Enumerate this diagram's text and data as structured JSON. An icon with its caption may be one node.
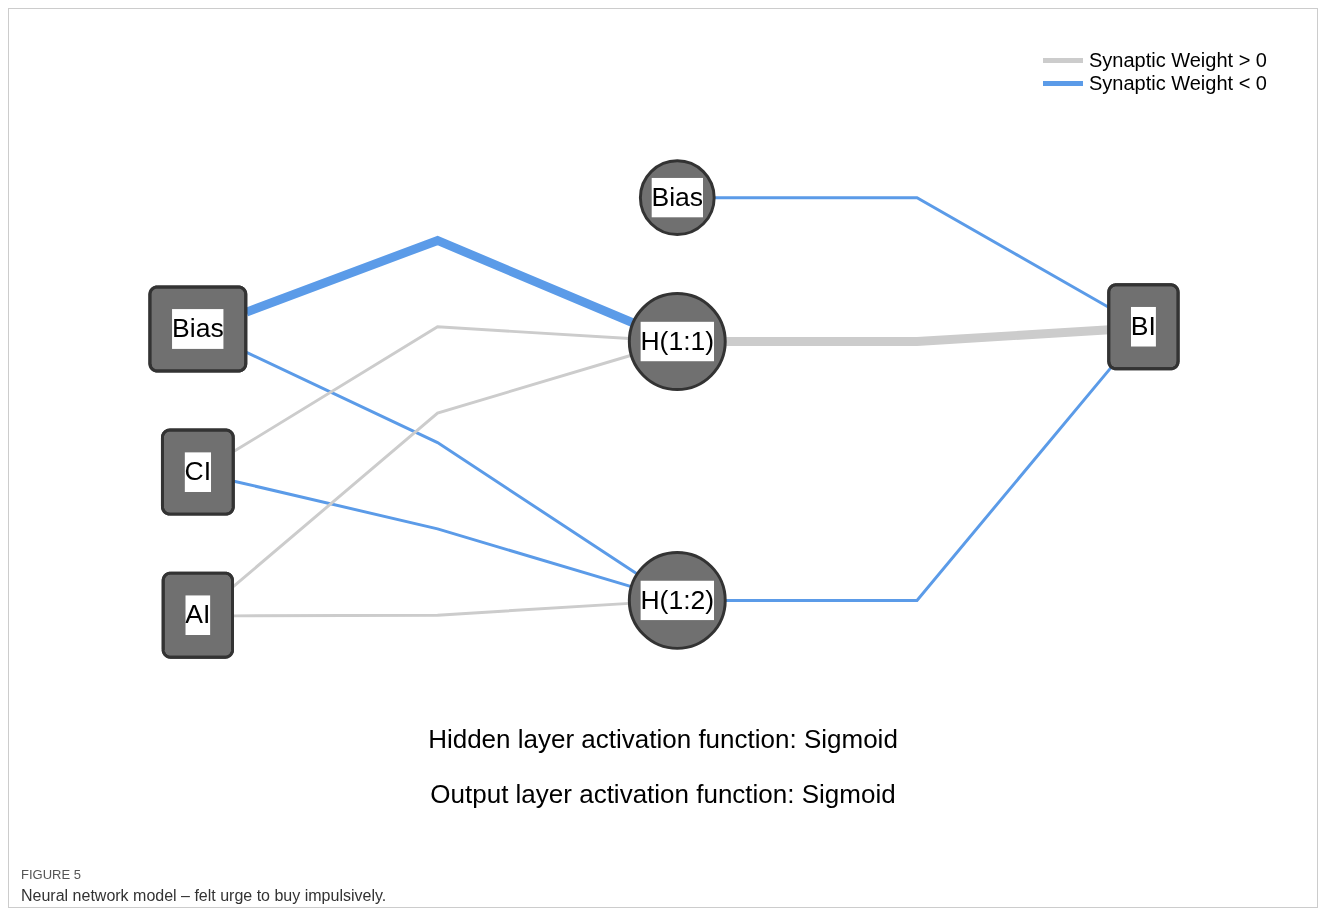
{
  "diagram": {
    "caption": "Neural network model – felt urge to buy impulsively.",
    "nodes": [
      {
        "text": [
          "Bias"
        ]
      },
      {
        "text": [
          "CI"
        ]
      },
      {
        "text": [
          "AI"
        ]
      },
      {
        "text": [
          "Bias"
        ]
      },
      {
        "text": [
          "H(1:1)"
        ]
      },
      {
        "text": [
          "H(1:2)"
        ]
      },
      {
        "text": [
          "BI"
        ]
      }
    ],
    "edges": [
      {
        "from": 0,
        "to": 4,
        "arrow": "none",
        "style": "thick"
      },
      {
        "from": 0,
        "to": 5,
        "arrow": "none"
      },
      {
        "from": 1,
        "to": 4,
        "arrow": "none",
        "color": "#cccccc"
      },
      {
        "from": 1,
        "to": 5,
        "arrow": "none"
      },
      {
        "from": 2,
        "to": 4,
        "arrow": "none",
        "color": "#cccccc"
      },
      {
        "from": 2,
        "to": 5,
        "arrow": "none",
        "color": "#cccccc"
      },
      {
        "from": 3,
        "to": 6,
        "arrow": "none"
      },
      {
        "from": 4,
        "to": 6,
        "arrow": "none",
        "style": "thick",
        "color": "#cccccc"
      },
      {
        "from": 5,
        "to": 6,
        "arrow": "none"
      }
    ],
    "labels": [
      "Hidden layer activation function: Sigmoid",
      "Output layer activation function: Sigmoid",
      "FIGURE 5"
    ],
    "legend": [
      {
        "text": "Synaptic Weight > 0",
        "color": "#cccccc"
      },
      {
        "text": "Synaptic Weight < 0",
        "color": "#5b9be8"
      }
    ]
  }
}
